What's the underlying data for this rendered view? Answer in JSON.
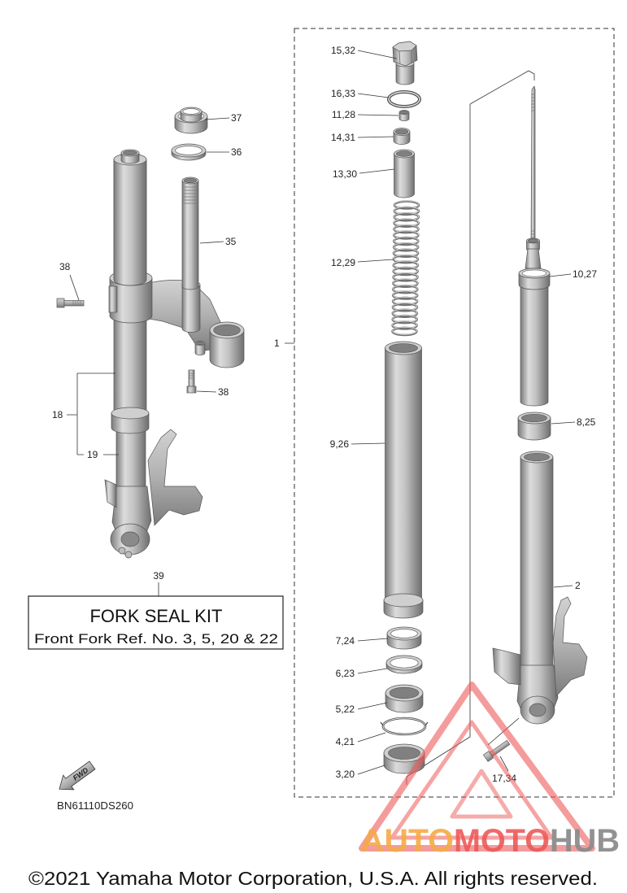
{
  "left_group": {
    "callouts": [
      "37",
      "36",
      "35",
      "38",
      "38",
      "18",
      "19"
    ]
  },
  "fork_seal_kit": {
    "ref": "39",
    "title": "FORK SEAL KIT",
    "subtitle": "Front Fork Ref. No. 3, 5, 20 & 22"
  },
  "assembly_ref": "1",
  "center_column": {
    "callouts": [
      "15,32",
      "16,33",
      "11,28",
      "14,31",
      "13,30",
      "12,29",
      "9,26",
      "7,24",
      "6,23",
      "5,22",
      "4,21",
      "3,20"
    ]
  },
  "right_column": {
    "callouts": [
      "10,27",
      "8,25",
      "2",
      "17,34"
    ]
  },
  "direction_marker": "FWD",
  "illustration_code": "BN61110DS260",
  "watermark": [
    "AUTO",
    "MOTO",
    "HUB"
  ],
  "copyright": "©2021 Yamaha Motor Corporation, U.S.A. All rights reserved.",
  "colors": {
    "line": "#333333",
    "metal_light": "#dcdcdc",
    "metal_dark": "#747474",
    "watermark_red": "#ec5a5a",
    "watermark_orange": "#f5ab45",
    "watermark_grey": "#8c8c8c"
  },
  "icons": {
    "direction": "fwd-arrow-icon"
  }
}
